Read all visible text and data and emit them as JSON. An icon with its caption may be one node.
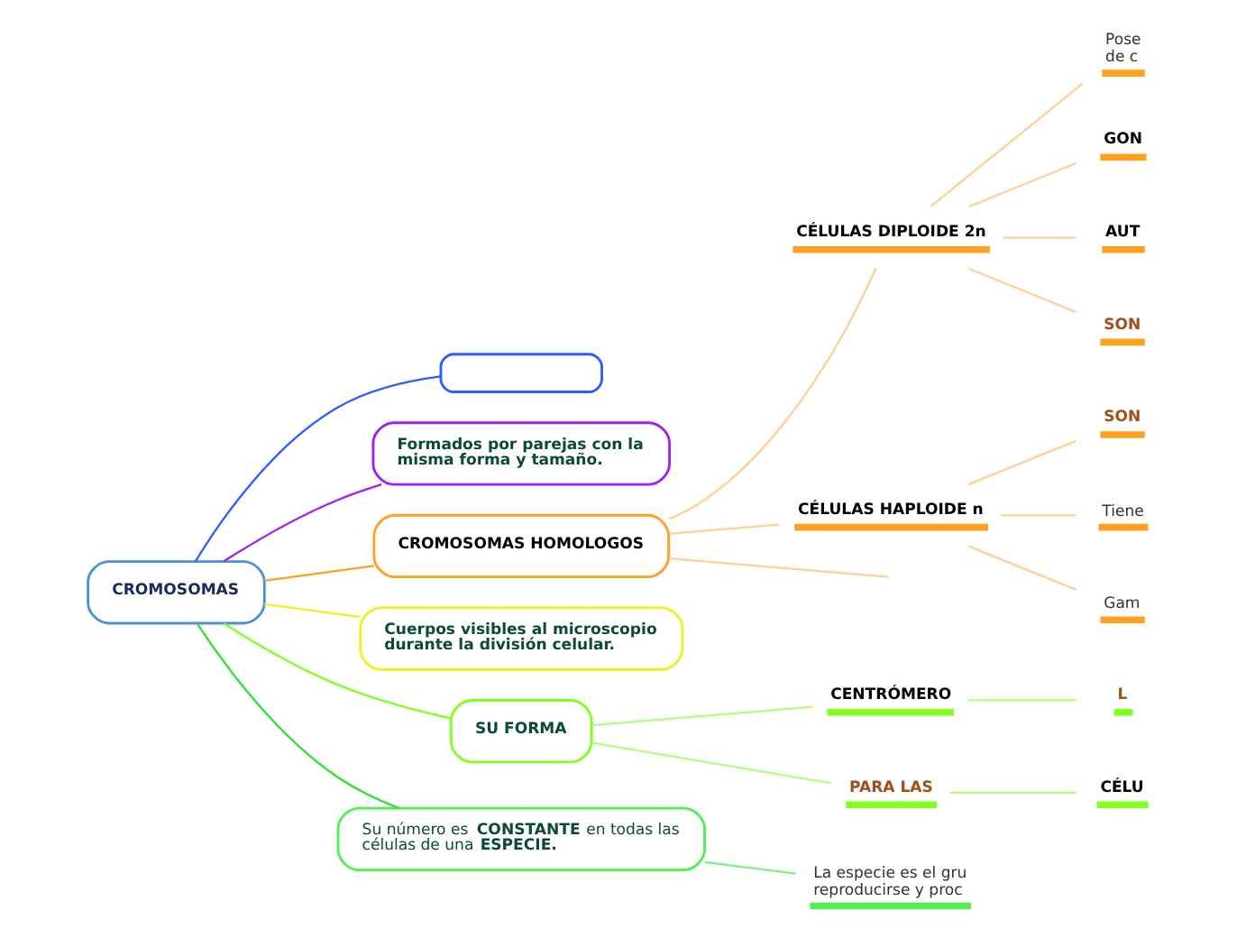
{
  "diagram": {
    "nodes": [
      {
        "text": [
          "CROMOSOMAS"
        ]
      },
      {
        "text": [],
        "shape": "box"
      },
      {
        "text": [
          "Formados por parejas con la misma forma y tamaño."
        ]
      },
      {
        "text": [
          "CROMOSOMAS HOMOLOGOS"
        ]
      },
      {
        "text": [
          "CÉLULAS DIPLOIDE 2n"
        ]
      },
      {
        "text": [
          "Pose de c"
        ]
      },
      {
        "text": [
          "GON"
        ]
      },
      {
        "text": [
          "AUT"
        ]
      },
      {
        "text": [
          "SON"
        ]
      },
      {
        "text": [
          "CÉLULAS HAPLOIDE n"
        ]
      },
      {
        "text": [
          "SON"
        ]
      },
      {
        "text": [
          "Tiene"
        ]
      },
      {
        "text": [
          "Gam"
        ]
      },
      {
        "text": [
          "Cuerpos visibles al microscopio durante la división celular."
        ]
      },
      {
        "text": [
          "SU FORMA"
        ]
      },
      {
        "text": [
          "CENTRÓMERO"
        ]
      },
      {
        "text": [
          "L"
        ]
      },
      {
        "text": [
          "PARA LAS"
        ]
      },
      {
        "text": [
          "CÉLU"
        ]
      },
      {
        "text": [
          "Su número es **CONSTANTE** en todas las células de una **ESPECIE.**"
        ]
      },
      {
        "text": [
          "La especie es el gru reproducirse y proc"
        ]
      }
    ],
    "edges": [
      {
        "from": 0,
        "to": 1,
        "arrow": "none",
        "color": "#2f5bff"
      },
      {
        "from": 0,
        "to": 2,
        "arrow": "none",
        "color": "#a020f0"
      },
      {
        "from": 0,
        "to": 3,
        "arrow": "none",
        "color": "#ffa020"
      },
      {
        "from": 3,
        "to": null,
        "arrow": "none",
        "color": "#ffd090"
      },
      {
        "from": 3,
        "to": 4,
        "arrow": "none",
        "color": "#ffd090"
      },
      {
        "from": 4,
        "to": 5,
        "arrow": "none",
        "color": "#ffd090"
      },
      {
        "from": 4,
        "to": 6,
        "arrow": "none",
        "color": "#ffd090"
      },
      {
        "from": 4,
        "to": 7,
        "arrow": "none",
        "color": "#ffd090"
      },
      {
        "from": 4,
        "to": 8,
        "arrow": "none",
        "color": "#ffd090"
      },
      {
        "from": 3,
        "to": 9,
        "arrow": "none",
        "color": "#ffd090"
      },
      {
        "from": 9,
        "to": 10,
        "arrow": "none",
        "color": "#ffd090"
      },
      {
        "from": 9,
        "to": 11,
        "arrow": "none",
        "color": "#ffd090"
      },
      {
        "from": 9,
        "to": 12,
        "arrow": "none",
        "color": "#ffd090"
      },
      {
        "from": 0,
        "to": 13,
        "arrow": "none",
        "color": "#f0f020"
      },
      {
        "from": 0,
        "to": 14,
        "arrow": "none",
        "color": "#80ff20"
      },
      {
        "from": 14,
        "to": 15,
        "arrow": "none",
        "color": "#b0ff80"
      },
      {
        "from": 15,
        "to": 16,
        "arrow": "none",
        "color": "#b0ff80"
      },
      {
        "from": 14,
        "to": 17,
        "arrow": "none",
        "color": "#b0ff80"
      },
      {
        "from": 17,
        "to": 18,
        "arrow": "none",
        "color": "#b0ff80"
      },
      {
        "from": 0,
        "to": 19,
        "arrow": "none",
        "color": "#30e030"
      },
      {
        "from": 19,
        "to": 20,
        "arrow": "none",
        "color": "#80f080"
      }
    ]
  }
}
